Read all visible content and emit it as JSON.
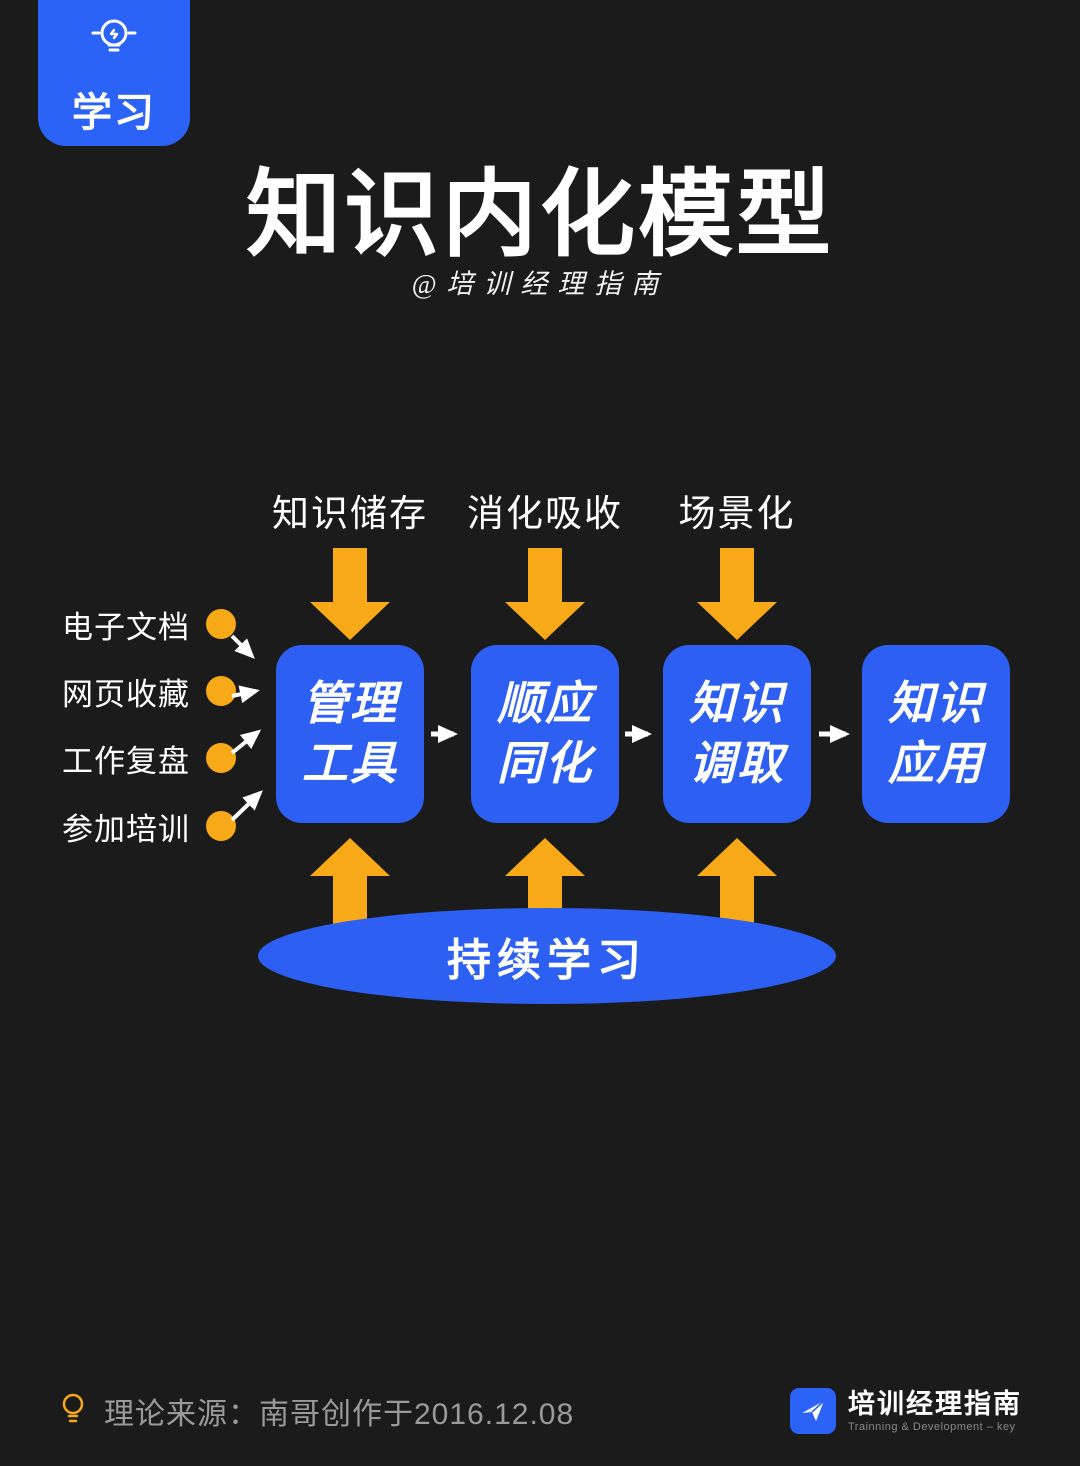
{
  "page": {
    "background": "#1b1b1b",
    "accent_blue": "#2c5ff2",
    "accent_yellow": "#f7a917"
  },
  "badge": {
    "label": "学习"
  },
  "header": {
    "title": "知识内化模型",
    "subtitle": "@培训经理指南"
  },
  "diagram": {
    "top_labels": [
      "知识储存",
      "消化吸收",
      "场景化"
    ],
    "boxes": [
      {
        "line1": "管理",
        "line2": "工具"
      },
      {
        "line1": "顺应",
        "line2": "同化"
      },
      {
        "line1": "知识",
        "line2": "调取"
      },
      {
        "line1": "知识",
        "line2": "应用"
      }
    ],
    "inputs": [
      "电子文档",
      "网页收藏",
      "工作复盘",
      "参加培训"
    ],
    "ellipse_label": "持续学习"
  },
  "footer": {
    "source": "理论来源：南哥创作于2016.12.08",
    "brand_name": "培训经理指南",
    "brand_sub": "Trainning & Development – key"
  }
}
